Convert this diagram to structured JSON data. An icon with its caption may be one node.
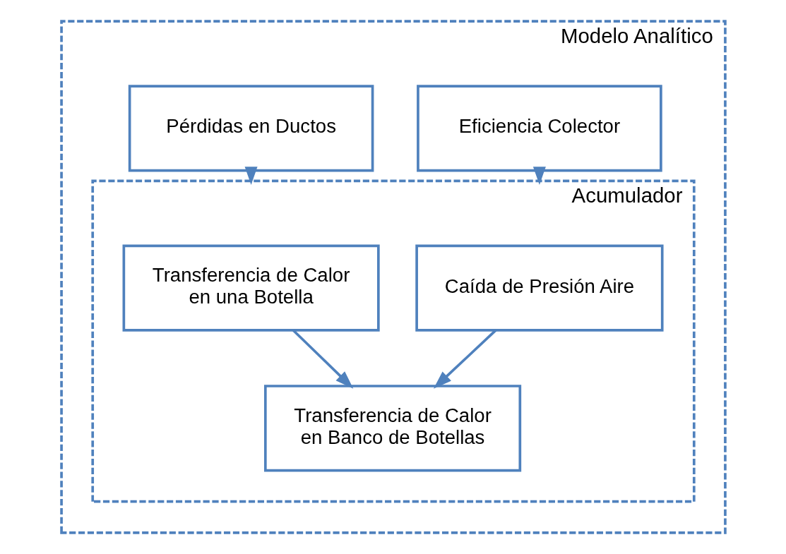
{
  "diagram": {
    "nodes": [
      {
        "text": [
          "Modelo Analítico"
        ]
      },
      {
        "text": [
          "Eficiencia Colector"
        ],
        "in": 0
      },
      {
        "text": [
          "Pérdidas en Ductos"
        ],
        "in": 0
      },
      {
        "text": [
          "Acumulador"
        ],
        "in": 0
      },
      {
        "text": [
          "Caída de Presión Aire"
        ],
        "in": 3
      },
      {
        "text": [
          "Transferencia de Calor en una Botella"
        ],
        "in": 3
      },
      {
        "text": [
          "Transferencia de Calor en Banco de Botellas"
        ],
        "in": 3
      }
    ],
    "edges": [
      {
        "from": 1,
        "to": 3,
        "arrow": "to"
      },
      {
        "from": 2,
        "to": 3,
        "arrow": "to"
      },
      {
        "from": 4,
        "to": 6,
        "arrow": "to"
      },
      {
        "from": 5,
        "to": 6,
        "arrow": "to"
      }
    ]
  }
}
